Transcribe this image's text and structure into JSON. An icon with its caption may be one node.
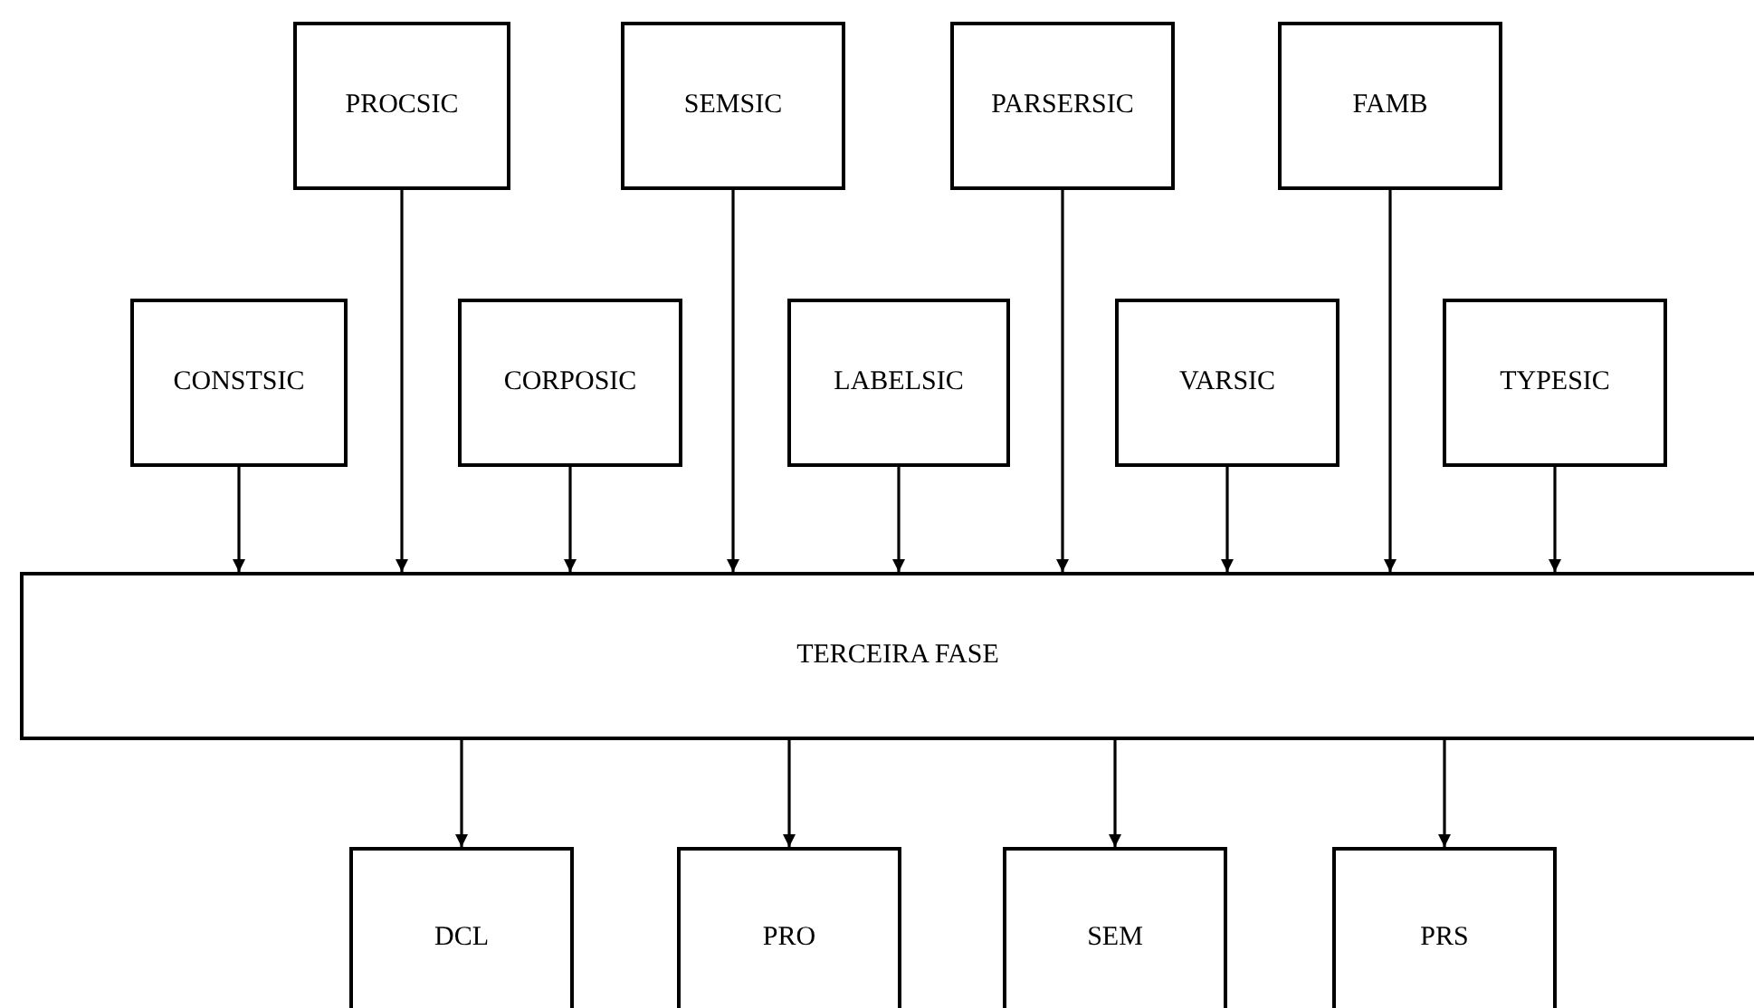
{
  "diagram": {
    "nodes": [
      {
        "text": [
          "PROCSIC"
        ]
      },
      {
        "text": [
          "SEMSIC"
        ]
      },
      {
        "text": [
          "PARSERSIC"
        ]
      },
      {
        "text": [
          "FAMB"
        ]
      },
      {
        "text": [
          "CONSTSIC"
        ]
      },
      {
        "text": [
          "CORPOSIC"
        ]
      },
      {
        "text": [
          "LABELSIC"
        ]
      },
      {
        "text": [
          "VARSIC"
        ]
      },
      {
        "text": [
          "TYPESIC"
        ]
      },
      {
        "text": [
          "TERCEIRA FASE"
        ]
      },
      {
        "text": [
          "DCL"
        ]
      },
      {
        "text": [
          "PRO"
        ]
      },
      {
        "text": [
          "SEM"
        ]
      },
      {
        "text": [
          "PRS"
        ]
      }
    ],
    "edges": [
      {
        "from": 4,
        "to": 9,
        "arrow": "to"
      },
      {
        "from": 0,
        "to": 9,
        "arrow": "to"
      },
      {
        "from": 5,
        "to": 9,
        "arrow": "to"
      },
      {
        "from": 1,
        "to": 9,
        "arrow": "to"
      },
      {
        "from": 6,
        "to": 9,
        "arrow": "to"
      },
      {
        "from": 2,
        "to": 9,
        "arrow": "to"
      },
      {
        "from": 7,
        "to": 9,
        "arrow": "to"
      },
      {
        "from": 3,
        "to": 9,
        "arrow": "to"
      },
      {
        "from": 8,
        "to": 9,
        "arrow": "to"
      },
      {
        "from": 9,
        "to": 10,
        "arrow": "to"
      },
      {
        "from": 9,
        "to": 11,
        "arrow": "to"
      },
      {
        "from": 9,
        "to": 12,
        "arrow": "to"
      },
      {
        "from": 9,
        "to": 13,
        "arrow": "to"
      }
    ]
  }
}
